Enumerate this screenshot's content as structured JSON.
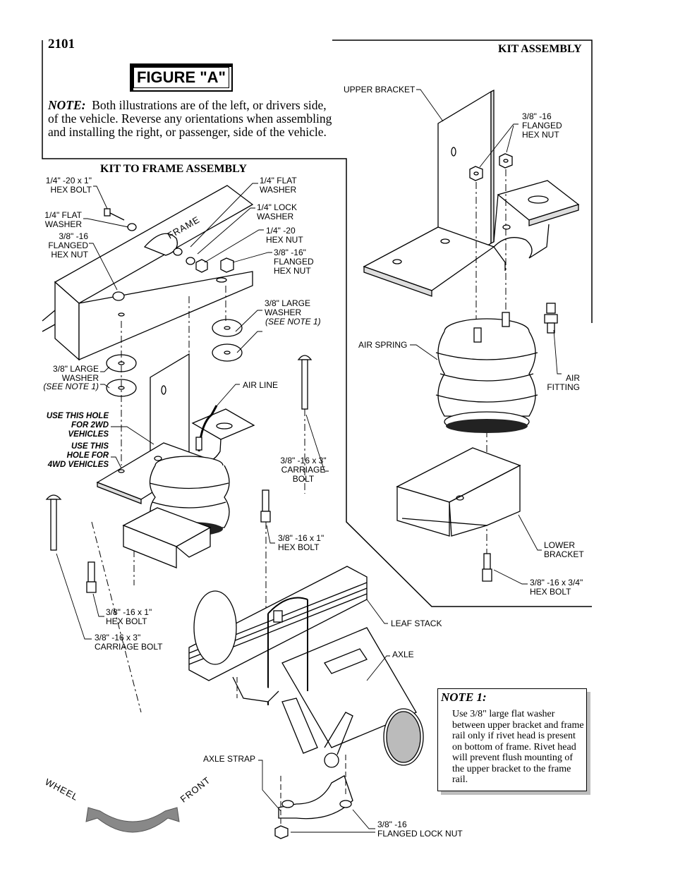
{
  "page_number": "2101",
  "figure_label": "FIGURE \"A\"",
  "note": {
    "label": "NOTE:",
    "text": "Both illustrations are of the left, or drivers side, of the vehicle.  Reverse any orientations when assembling and installing the right, or passenger, side of the vehicle."
  },
  "sections": {
    "kit_assembly": "KIT ASSEMBLY",
    "kit_to_frame": "KIT TO FRAME ASSEMBLY"
  },
  "frame_label": "FRAME",
  "labels_left": {
    "hex_bolt_quarter": "1/4\" -20 x 1\"\nHEX BOLT",
    "flat_washer_quarter_left": "1/4\" FLAT\nWASHER",
    "flanged_nut_left": "3/8\" -16\nFLANGED\nHEX NUT",
    "flat_washer_quarter_right": "1/4\" FLAT\nWASHER",
    "lock_washer": "1/4\" LOCK\nWASHER",
    "hex_nut_quarter": "1/4\" -20\nHEX NUT",
    "flanged_nut_right": "3/8\" -16\"\nFLANGED\nHEX NUT",
    "large_washer_right": "3/8\" LARGE\nWASHER",
    "see_note_right": "(SEE NOTE 1)",
    "large_washer_left": "3/8\" LARGE\nWASHER",
    "see_note_left": "(SEE NOTE 1)",
    "air_line": "AIR LINE",
    "hole_2wd": "USE THIS HOLE\nFOR 2WD\nVEHICLES",
    "hole_4wd": "USE THIS\nHOLE FOR\n4WD VEHICLES",
    "carriage_bolt_right": "3/8\" -16 x 3\"\nCARRIAGE\nBOLT",
    "hex_bolt_mid": "3/8\" -16 x 1\"\nHEX BOLT",
    "hex_bolt_lower": "3/8\" -16 x 1\"\nHEX BOLT",
    "carriage_bolt_lower": "3/8\" -16 x 3\"\nCARRIAGE BOLT",
    "leaf_stack": "LEAF STACK",
    "axle": "AXLE",
    "axle_strap": "AXLE STRAP",
    "lock_nut": "3/8\" -16\nFLANGED LOCK NUT",
    "wheel": "WHEEL",
    "front": "FRONT"
  },
  "labels_right": {
    "upper_bracket": "UPPER BRACKET",
    "flanged_nut": "3/8\" -16\nFLANGED\nHEX NUT",
    "air_spring": "AIR SPRING",
    "air_fitting": "AIR\nFITTING",
    "lower_bracket": "LOWER\nBRACKET",
    "hex_bolt": "3/8\" -16 x 3/4\"\nHEX BOLT"
  },
  "note1": {
    "title": "NOTE 1:",
    "text": "Use 3/8\" large flat washer between upper bracket and frame rail only if rivet head is present on bottom  of frame. Rivet head will prevent flush mounting of the upper bracket to the frame rail."
  }
}
